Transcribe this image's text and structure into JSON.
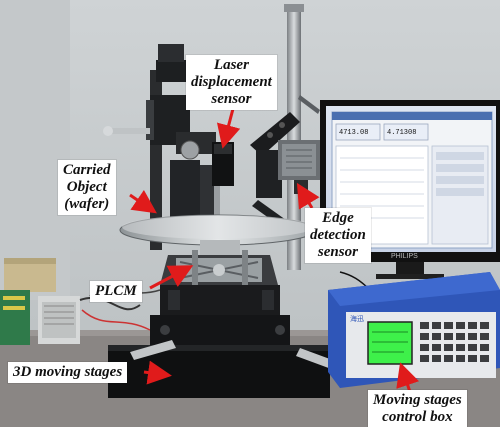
{
  "figure": {
    "labels": {
      "laser_sensor": [
        "Laser",
        "displacement",
        "sensor"
      ],
      "carried_object": [
        "Carried",
        "Object",
        "(wafer)"
      ],
      "edge_sensor": [
        "Edge",
        "detection",
        "sensor"
      ],
      "plcm": [
        "PLCM"
      ],
      "moving_stages": [
        "3D moving stages"
      ],
      "control_box": [
        "Moving stages",
        "control box"
      ]
    },
    "monitor": {
      "brand": "PHILIPS",
      "readout_1": "4713.08",
      "readout_2": "4.71308"
    },
    "control_box": {
      "brand": "海迅"
    },
    "colors": {
      "arrow": "#e01b1b",
      "lcd": "#3ef04a",
      "control_box": "#2f56b8"
    }
  }
}
